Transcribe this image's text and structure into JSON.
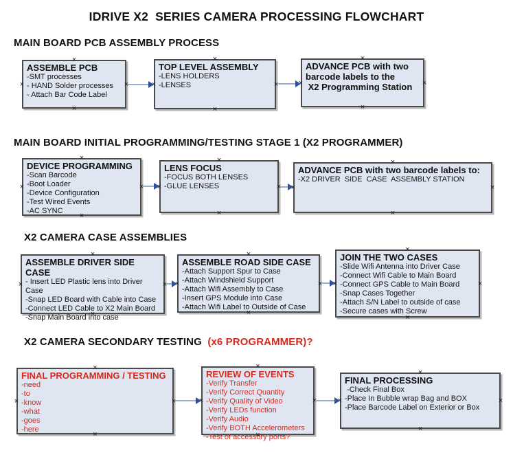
{
  "title": "IDRIVE X2  SERIES CAMERA PROCESSING FLOWCHART",
  "sections": {
    "s1": {
      "heading": "MAIN BOARD PCB ASSEMBLY PROCESS"
    },
    "s2": {
      "heading": "MAIN BOARD INITIAL PROGRAMMING/TESTING STAGE 1 (X2 PROGRAMMER)"
    },
    "s3": {
      "heading": "X2 CAMERA CASE ASSEMBLIES"
    },
    "s4": {
      "heading_black": "X2 CAMERA SECONDARY TESTING  ",
      "heading_red": "(x6 PROGRAMMER)?"
    }
  },
  "boxes": [
    {
      "title": "ASSEMBLE PCB",
      "lines": [
        "-SMT processes",
        "- HAND Solder processes",
        "- Attach Bar Code Label"
      ]
    },
    {
      "title": "TOP LEVEL ASSEMBLY",
      "lines": [
        "-LENS HOLDERS",
        "-LENSES"
      ]
    },
    {
      "title": "ADVANCE PCB with two barcode labels to the\n X2 Programming Station",
      "lines": []
    },
    {
      "title": "DEVICE PROGRAMMING",
      "lines": [
        "-Scan Barcode",
        "-Boot Loader",
        "-Device Configuration",
        "-Test Wired Events",
        "-AC SYNC"
      ]
    },
    {
      "title": "LENS FOCUS",
      "lines": [
        "-FOCUS BOTH LENSES",
        "-GLUE LENSES"
      ]
    },
    {
      "title": "ADVANCE PCB with two barcode labels to:",
      "lines": [
        "-X2 DRIVER  SIDE  CASE  ASSEMBLY STATION"
      ]
    },
    {
      "title": "ASSEMBLE DRIVER SIDE CASE",
      "lines": [
        "- Insert LED Plastic lens into Driver Case",
        "-Snap LED Board with Cable into Case",
        "-Connect LED Cable to X2 Main Board",
        "-Snap Main Board into case"
      ]
    },
    {
      "title": "ASSEMBLE ROAD SIDE CASE",
      "lines": [
        "-Attach Support Spur to Case",
        "-Attach Windshield Support",
        "-Attach Wifi Assembly to Case",
        "-Insert GPS Module into Case",
        "-Attach Wifi Label to Outside of Case"
      ]
    },
    {
      "title": "JOIN THE TWO CASES",
      "lines": [
        "-Slide Wifi Antenna into Driver Case",
        "-Connect Wifi Cable to Main Board",
        "-Connect GPS Cable to Main Board",
        "-Snap Cases Together",
        "-Attach S/N Label to outside of case",
        "-Secure cases with Screw"
      ]
    },
    {
      "title": "FINAL PROGRAMMING / TESTING",
      "lines": [
        "-need",
        "-to",
        "-know",
        "-what",
        "-goes",
        "-here"
      ]
    },
    {
      "title": "REVIEW OF EVENTS",
      "lines": [
        "-Verify Transfer",
        "-Verify Correct Quantity",
        "-Verify Quality of Video",
        "-Verify LEDs function",
        "-Verify Audio",
        "-Verify BOTH Accelerometers",
        "-Test of accessory ports?"
      ]
    },
    {
      "title": "FINAL PROCESSING",
      "lines": [
        " -Check Final Box",
        "-Place In Bubble wrap Bag and BOX",
        "-Place Barcode Label on Exterior or Box"
      ]
    }
  ],
  "colors": {
    "red": "#d42a1e",
    "box_fill": "#dfe6f2",
    "box_border": "#4a4a4a",
    "arrow_line": "#9aaecb",
    "arrow_head": "#2f4f9b",
    "text": "#111111"
  }
}
